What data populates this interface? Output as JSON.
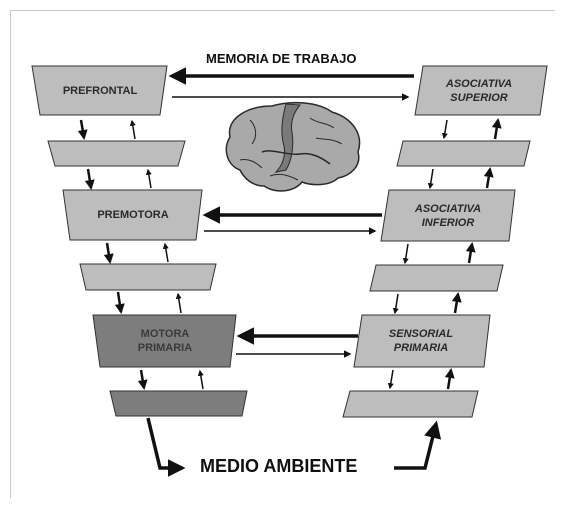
{
  "title_top": "MEMORIA DE TRABAJO",
  "title_bottom": "MEDIO AMBIENTE",
  "left": {
    "prefrontal": "PREFRONTAL",
    "premotora": "PREMOTORA",
    "motora_l1": "MOTORA",
    "motora_l2": "PRIMARIA"
  },
  "right": {
    "asoc_sup_l1": "ASOCIATIVA",
    "asoc_sup_l2": "SUPERIOR",
    "asoc_inf_l1": "ASOCIATIVA",
    "asoc_inf_l2": "INFERIOR",
    "sensorial_l1": "SENSORIAL",
    "sensorial_l2": "PRIMARIA"
  },
  "colors": {
    "box": "#bdbdbd",
    "box_dark": "#7d7d7d",
    "stroke": "#333333",
    "arrow": "#111111"
  }
}
